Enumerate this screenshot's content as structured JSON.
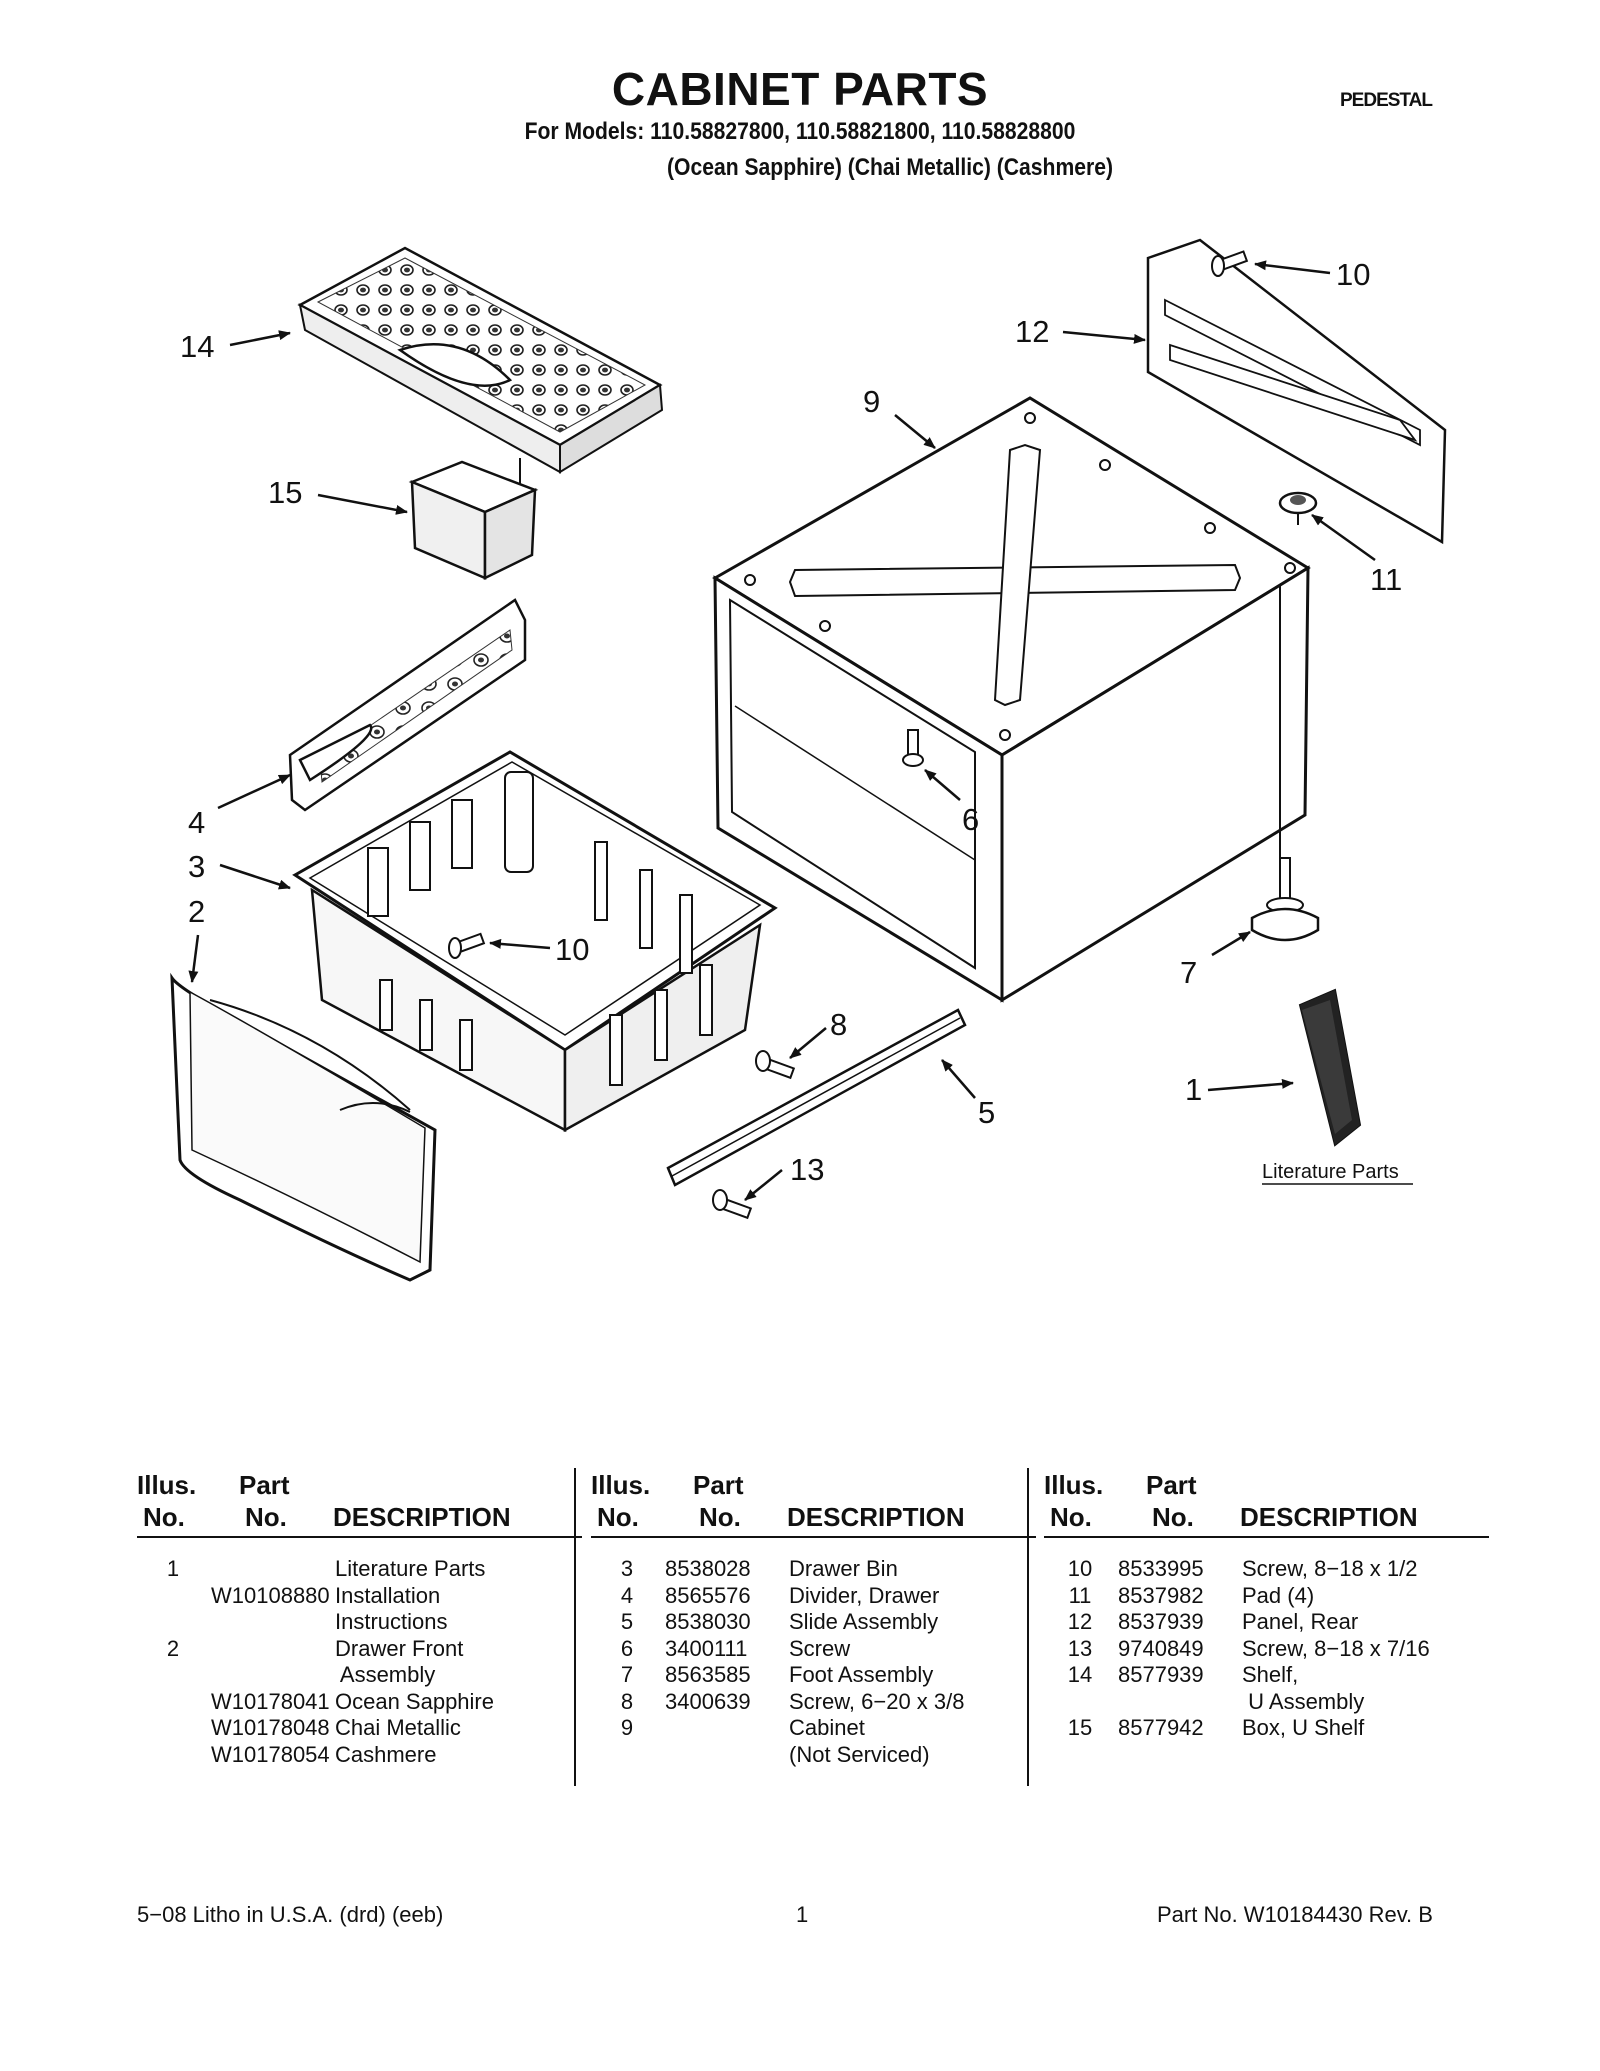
{
  "header": {
    "title": "CABINET PARTS",
    "models": "For Models: 110.58827800, 110.58821800, 110.58828800",
    "colors": "(Ocean Sapphire) (Chai Metallic)   (Cashmere)",
    "section_tag": "PEDESTAL"
  },
  "diagram": {
    "callouts": [
      "10",
      "12",
      "14",
      "9",
      "15",
      "11",
      "4",
      "6",
      "3",
      "2",
      "10",
      "7",
      "8",
      "5",
      "1",
      "13"
    ],
    "literature_label": "Literature Parts"
  },
  "table": {
    "headers": {
      "illus": "Illus.",
      "no": "No.",
      "part": "Part",
      "description": "DESCRIPTION"
    },
    "col1": [
      {
        "illus": "1",
        "part": "",
        "desc": "Literature Parts"
      },
      {
        "illus": "",
        "part": "W10108880",
        "desc": "Installation"
      },
      {
        "illus": "",
        "part": "",
        "desc": "Instructions"
      },
      {
        "illus": "",
        "part": "",
        "desc": ""
      },
      {
        "illus": "2",
        "part": "",
        "desc": "Drawer Front"
      },
      {
        "illus": "",
        "part": "",
        "desc": " Assembly"
      },
      {
        "illus": "",
        "part": "W10178041",
        "desc": "Ocean Sapphire"
      },
      {
        "illus": "",
        "part": "W10178048",
        "desc": "Chai Metallic"
      },
      {
        "illus": "",
        "part": "W10178054",
        "desc": "Cashmere"
      }
    ],
    "col2": [
      {
        "illus": "3",
        "part": "8538028",
        "desc": "Drawer Bin"
      },
      {
        "illus": "4",
        "part": "8565576",
        "desc": "Divider, Drawer"
      },
      {
        "illus": "5",
        "part": "8538030",
        "desc": "Slide Assembly"
      },
      {
        "illus": "6",
        "part": "3400111",
        "desc": "Screw"
      },
      {
        "illus": "7",
        "part": "8563585",
        "desc": "Foot Assembly"
      },
      {
        "illus": "8",
        "part": "3400639",
        "desc": "Screw, 6−20 x 3/8"
      },
      {
        "illus": "9",
        "part": "",
        "desc": "Cabinet"
      },
      {
        "illus": "",
        "part": "",
        "desc": "(Not Serviced)"
      }
    ],
    "col3": [
      {
        "illus": "10",
        "part": "8533995",
        "desc": "Screw, 8−18 x 1/2"
      },
      {
        "illus": "11",
        "part": "8537982",
        "desc": "Pad (4)"
      },
      {
        "illus": "12",
        "part": "8537939",
        "desc": "Panel, Rear"
      },
      {
        "illus": "13",
        "part": "9740849",
        "desc": "Screw, 8−18 x 7/16"
      },
      {
        "illus": "14",
        "part": "8577939",
        "desc": "Shelf,"
      },
      {
        "illus": "",
        "part": "",
        "desc": " U Assembly"
      },
      {
        "illus": "15",
        "part": "8577942",
        "desc": "Box, U Shelf"
      }
    ]
  },
  "footer": {
    "left": "5−08 Litho in U.S.A. (drd) (eeb)",
    "center": "1",
    "right": "Part No. W10184430 Rev. B"
  }
}
